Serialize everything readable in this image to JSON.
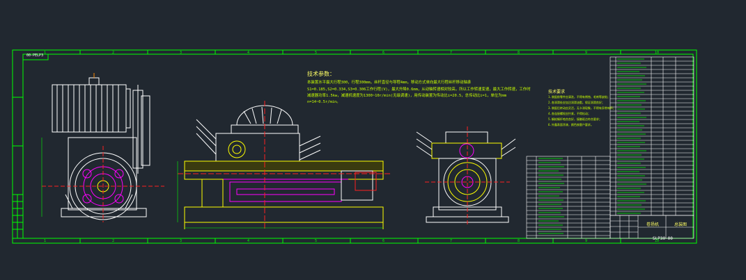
{
  "drawing": {
    "frame_tag": "00-PELP3",
    "title_block_name": "卷扬机",
    "title_block_part": "总装图",
    "drawing_number": "SLP30-00",
    "border_numbers_top": [
      "1",
      "2",
      "3",
      "4",
      "5",
      "6",
      "7",
      "8",
      "9",
      "10"
    ],
    "border_numbers_bottom": [
      "1",
      "2",
      "3",
      "4",
      "5",
      "6",
      "7",
      "8",
      "9",
      "10"
    ]
  },
  "technical_params": {
    "title": "技术参数：",
    "lines": [
      "本装置水平最大行程300，行程300mm，丝杆直径与导程4mm，移动方式单向最大行程丝杆移动轴承",
      "S1=0.185,S2=0.334,S3=0.306工作行程(V)，最大升降0.6mm，从动轴转速相对较高，所以工作转速变速，最大工作转速，工作时",
      "减速器功率1.5kw，减速机速度为1300~10r/min(无级调速)，用传动装置为传动比i=20.5，总传动比i=1，单位为mm",
      "n=14~0.5r/min。"
    ]
  },
  "notes": {
    "title": "技术要求",
    "lines": [
      "1.装配前零件应清洗，不得有锈蚀、毛刺等缺陷；",
      "2.各润滑处应加注润滑油脂，保证润滑良好；",
      "3.装配后转动应灵活，无卡滞现象，不得有异常响声；",
      "4.各连接螺栓应拧紧，不得松动；",
      "5.蜗轮蜗杆啮合良好，接触斑点符合要求；",
      "6.外露表面涂漆，颜色按客户要求。"
    ]
  },
  "colors": {
    "background": "#212830",
    "frame": "#00ff00",
    "drawing": "#ffffff",
    "yellow": "#ffff00",
    "magenta": "#ff00ff",
    "cyan": "#00ffff",
    "red": "#ff2020"
  }
}
